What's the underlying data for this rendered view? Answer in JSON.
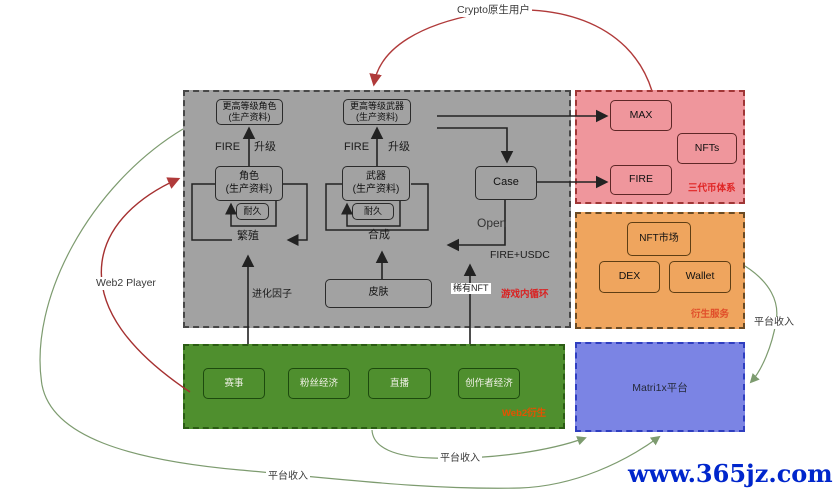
{
  "watermark": "www.365jz.com",
  "flow": {
    "crypto_users": "Crypto原生用户",
    "web2_player": "Web2 Player",
    "income_left": "平台收入",
    "income_mid": "平台收入",
    "income_right": "平台收入"
  },
  "game": {
    "tag": "游戏内循环",
    "higher_role_1": "更高等级角色",
    "higher_role_2": "(生产资料)",
    "higher_weapon_1": "更高等级武器",
    "higher_weapon_2": "(生产资料)",
    "role_1": "角色",
    "role_2": "(生产资料)",
    "weapon_1": "武器",
    "weapon_2": "(生产资料)",
    "durability_left": "耐久",
    "durability_right": "耐久",
    "fire_left": "FIRE",
    "upgrade_left": "升级",
    "fire_right": "FIRE",
    "upgrade_right": "升级",
    "breed": "繁殖",
    "synthesize": "合成",
    "skin": "皮肤",
    "case": "Case",
    "open": "Open",
    "fire_usdc": "FIRE+USDC",
    "evolution_factor": "进化因子",
    "rare_nft": "稀有NFT"
  },
  "tokens": {
    "tag": "三代币体系",
    "max": "MAX",
    "nfts": "NFTs",
    "fire": "FIRE"
  },
  "services": {
    "tag": "衍生服务",
    "nft_market": "NFT市场",
    "dex": "DEX",
    "wallet": "Wallet"
  },
  "web2": {
    "tag": "Web2衍生",
    "items": [
      "赛事",
      "粉丝经济",
      "直播",
      "创作者经济"
    ]
  },
  "platform": {
    "name": "Matri1x平台"
  },
  "colors": {
    "game_bg": "#a2a2a2",
    "tokens_bg": "#ef969c",
    "services_bg": "#efa55e",
    "web2_bg": "#4f8f2e",
    "platform_bg": "#7b84e4",
    "tag_red": "#e02424",
    "arrow_red": "#b03a3a",
    "arrow_green": "#7d9b6f",
    "watermark_blue": "#0026cc"
  }
}
